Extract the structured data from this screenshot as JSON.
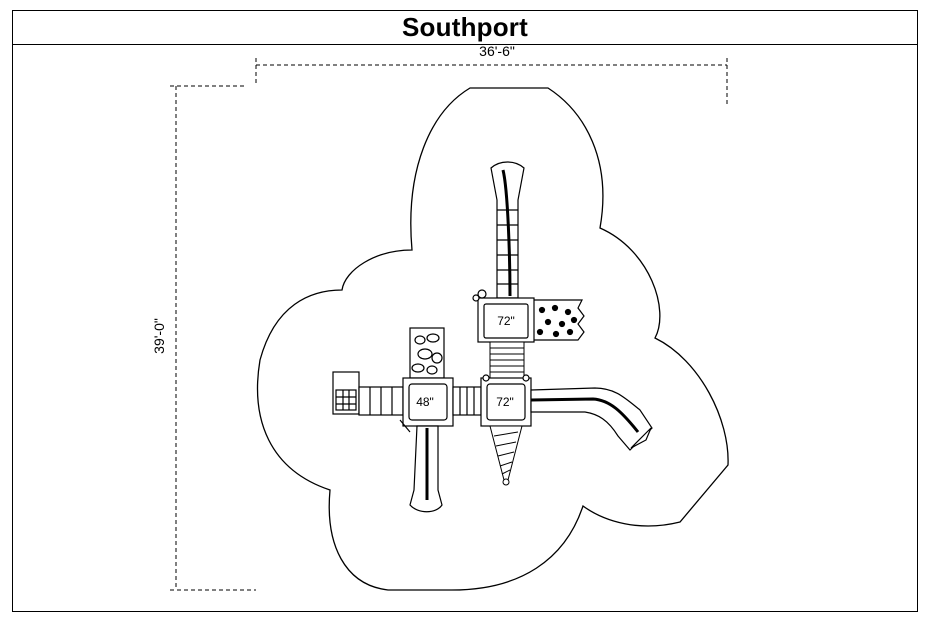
{
  "title": "Southport",
  "dimensions": {
    "width_label": "36'-6\"",
    "height_label": "39'-0\""
  },
  "decks": [
    {
      "label": "72\""
    },
    {
      "label": "48\""
    },
    {
      "label": "72\""
    }
  ]
}
